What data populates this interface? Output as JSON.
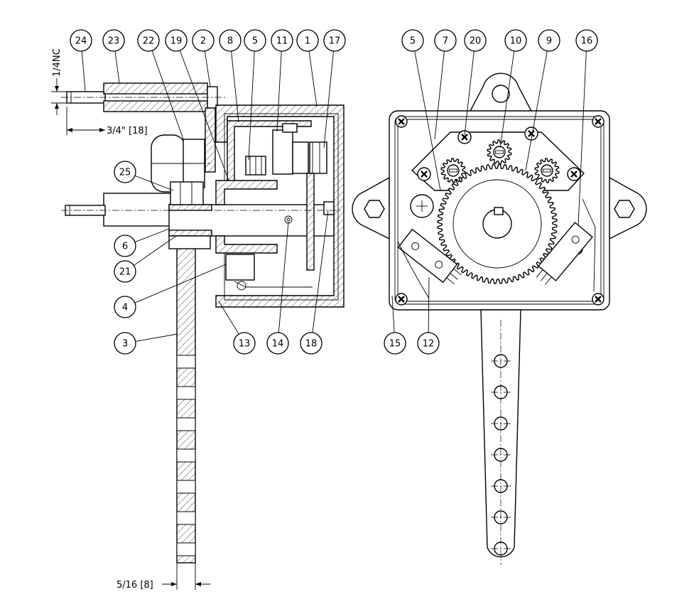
{
  "dimensions": {
    "thread": "1/4NC",
    "stud_length": "3/4\" [18]",
    "arm_thickness": "5/16 [8]"
  },
  "callouts": [
    {
      "id": "24",
      "label": "24"
    },
    {
      "id": "23",
      "label": "23"
    },
    {
      "id": "22",
      "label": "22"
    },
    {
      "id": "19",
      "label": "19"
    },
    {
      "id": "2",
      "label": "2"
    },
    {
      "id": "8",
      "label": "8"
    },
    {
      "id": "5a",
      "label": "5"
    },
    {
      "id": "11",
      "label": "11"
    },
    {
      "id": "1",
      "label": "1"
    },
    {
      "id": "17",
      "label": "17"
    },
    {
      "id": "25",
      "label": "25"
    },
    {
      "id": "6",
      "label": "6"
    },
    {
      "id": "21",
      "label": "21"
    },
    {
      "id": "4",
      "label": "4"
    },
    {
      "id": "3",
      "label": "3"
    },
    {
      "id": "13",
      "label": "13"
    },
    {
      "id": "14",
      "label": "14"
    },
    {
      "id": "18",
      "label": "18"
    },
    {
      "id": "5b",
      "label": "5"
    },
    {
      "id": "7",
      "label": "7"
    },
    {
      "id": "20",
      "label": "20"
    },
    {
      "id": "10",
      "label": "10"
    },
    {
      "id": "9",
      "label": "9"
    },
    {
      "id": "16",
      "label": "16"
    },
    {
      "id": "15",
      "label": "15"
    },
    {
      "id": "12",
      "label": "12"
    }
  ],
  "arm_hole_count": 7,
  "gear_teeth": 64
}
